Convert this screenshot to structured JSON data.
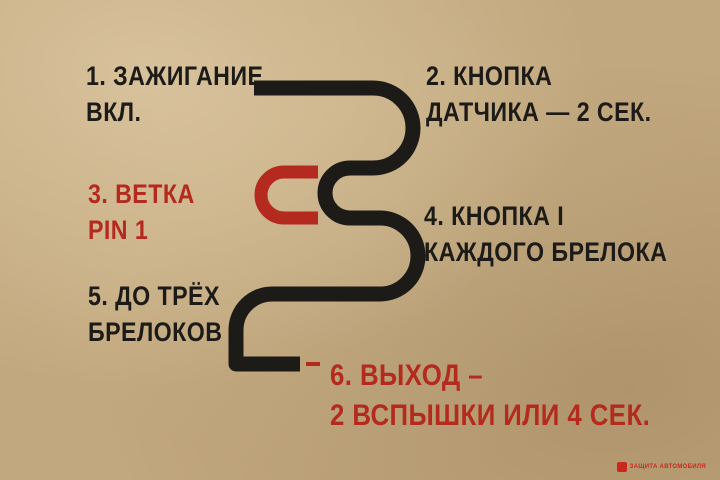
{
  "steps": [
    {
      "lines": [
        "1. ЗАЖИГАНИЕ",
        "ВКЛ."
      ],
      "color": "#1d1b18"
    },
    {
      "lines": [
        "2. КНОПКА",
        "ДАТЧИКА — 2 СЕК."
      ],
      "color": "#1d1b18"
    },
    {
      "lines": [
        "3. ВЕТКА",
        "PIN 1"
      ],
      "color": "#b52a1f"
    },
    {
      "lines": [
        "4. КНОПКА I",
        "КАЖДОГО БРЕЛОКА"
      ],
      "color": "#1d1b18"
    },
    {
      "lines": [
        "5. ДО ТРЁХ",
        "БРЕЛОКОВ"
      ],
      "color": "#1d1b18"
    },
    {
      "lines": [
        "6. ВЫХОД –",
        "2 ВСПЫШКИ ИЛИ 4 СЕК."
      ],
      "color": "#b52a1f"
    }
  ],
  "colors": {
    "background": "#c2a87e",
    "path": "#1d1b18",
    "branch": "#b52a1f"
  },
  "logo": {
    "icon": "brand-mark-icon",
    "text": "ЗАЩИТА АВТОМОБИЛЯ"
  }
}
